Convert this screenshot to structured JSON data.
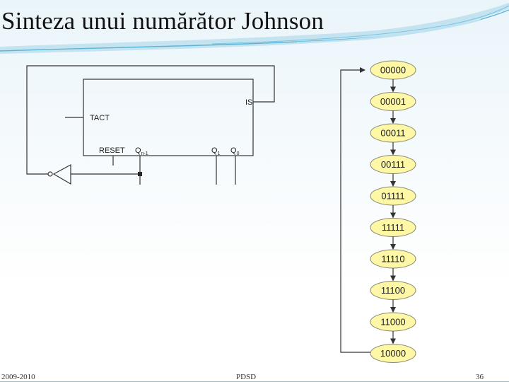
{
  "slide": {
    "title": "Sinteza unui numărător Johnson",
    "footer_left": "2009-2010",
    "footer_center": "PDSD",
    "footer_right": "36"
  },
  "circuit": {
    "label_tact": "TACT",
    "label_is": "IS",
    "label_reset": "RESET",
    "label_q": "Q",
    "sub_qn1": "n-1",
    "sub_q1": "1",
    "sub_q0": "0"
  },
  "states": [
    "00000",
    "00001",
    "00011",
    "00111",
    "01111",
    "11111",
    "11110",
    "11100",
    "11000",
    "10000"
  ],
  "colors": {
    "state_fill": "#fdf7a6",
    "state_stroke": "#8a8a70",
    "line": "#333333",
    "accent_swoosh": "#5fb3d6"
  }
}
